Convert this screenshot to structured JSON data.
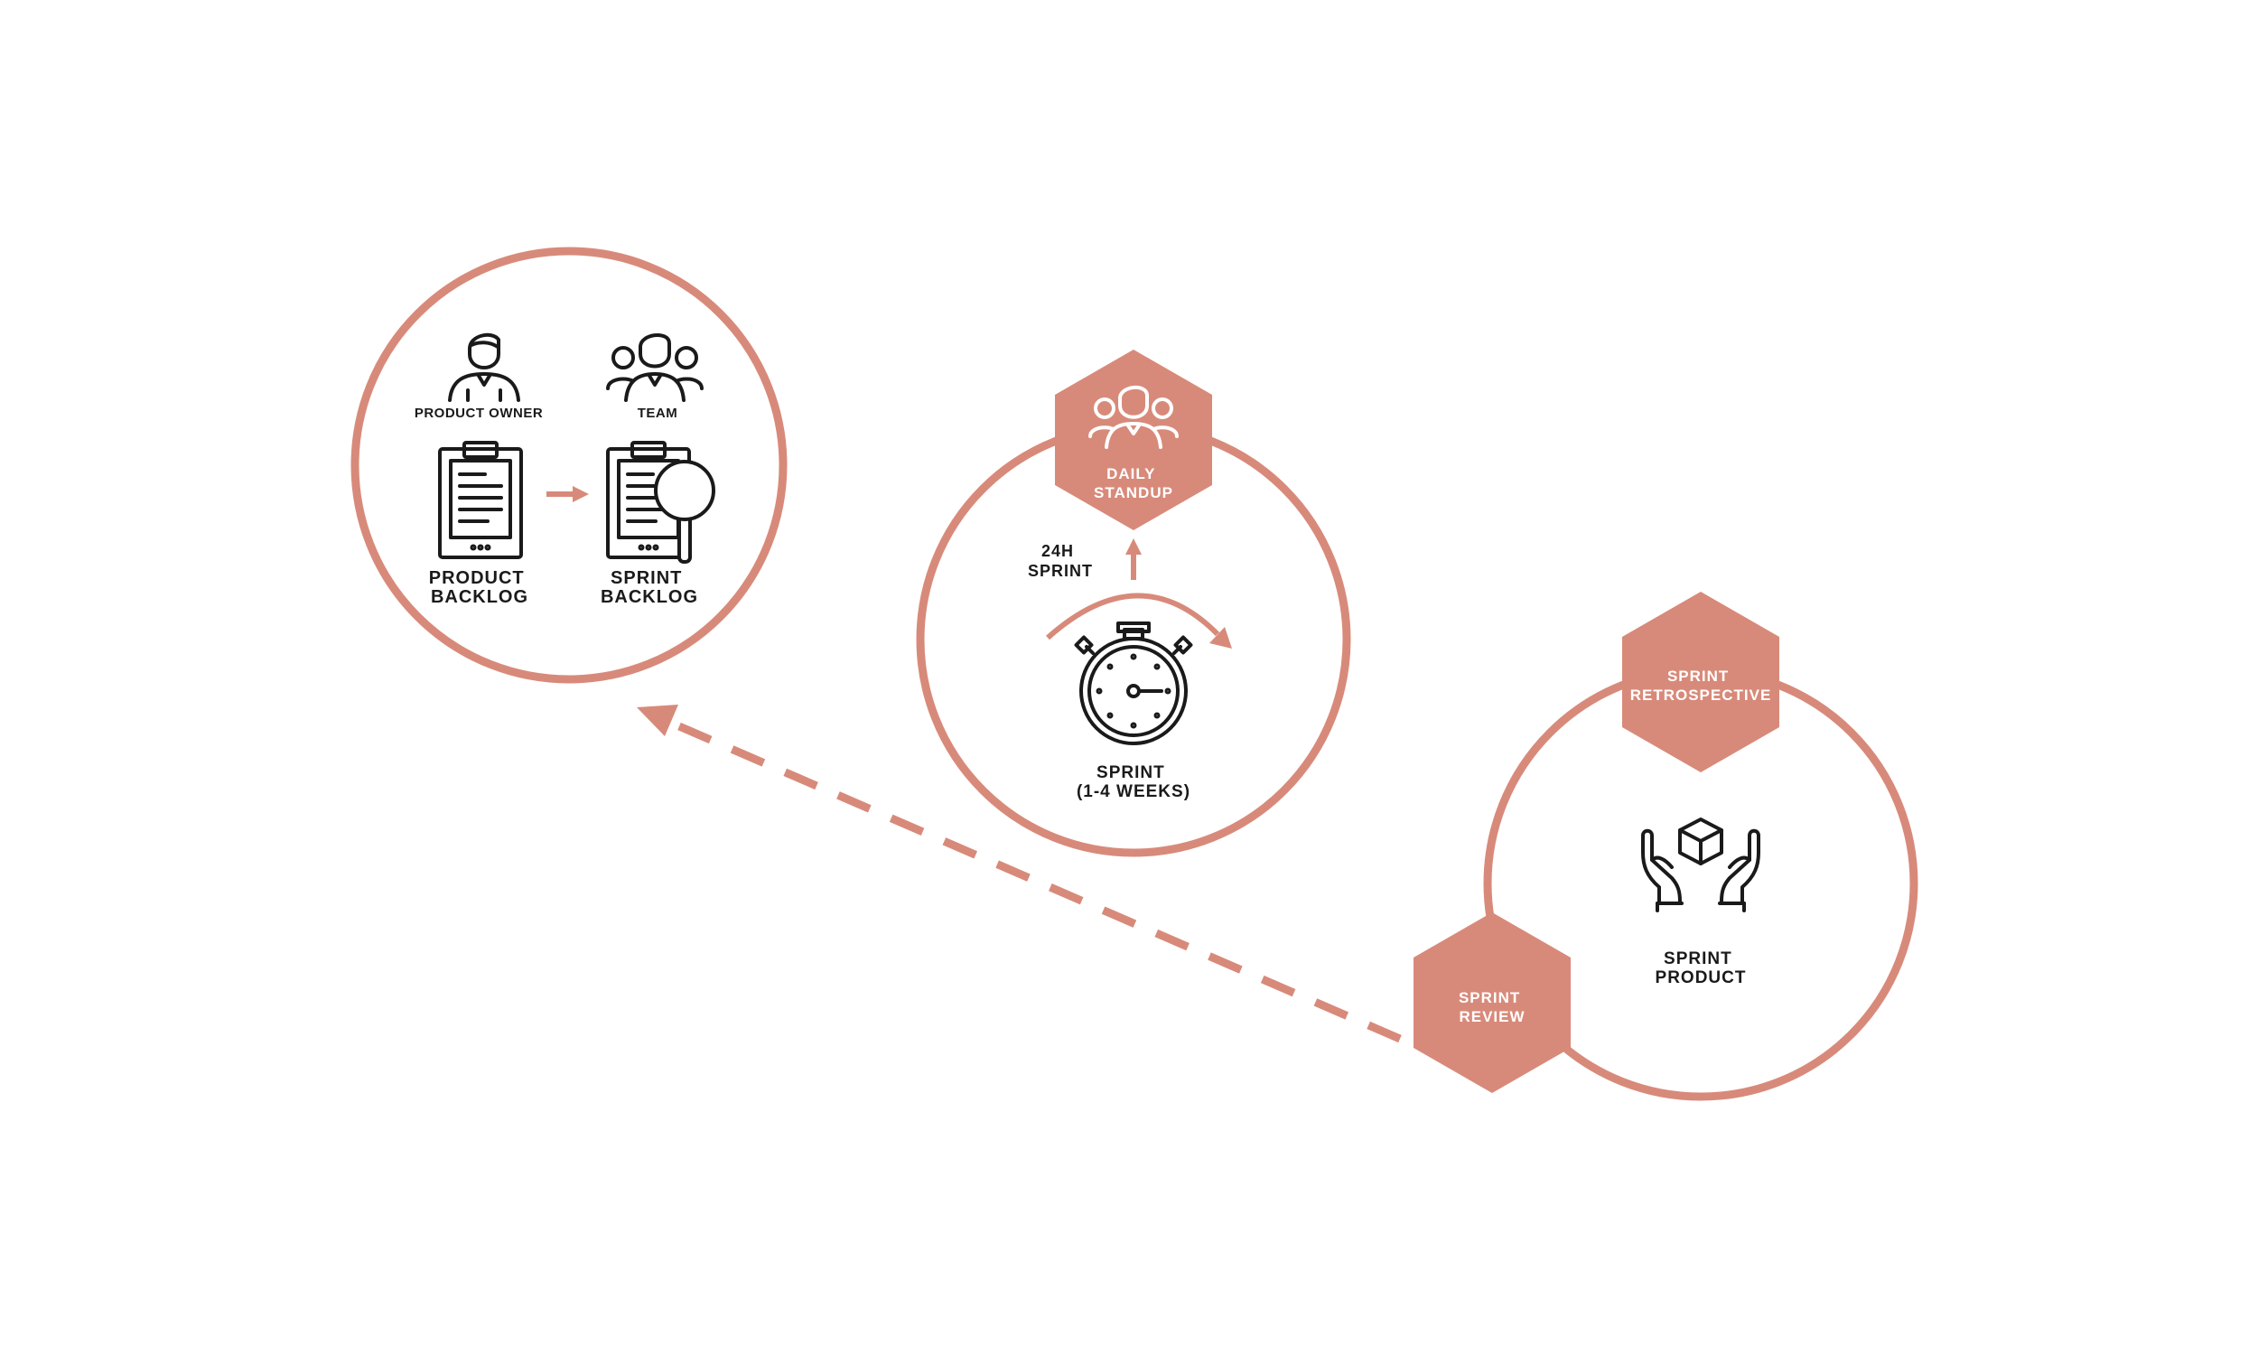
{
  "colors": {
    "accent": "#d88a7a",
    "ink": "#1a1a1a",
    "background": "#ffffff"
  },
  "planning": {
    "product_owner": "PRODUCT OWNER",
    "team": "TEAM",
    "product_backlog": [
      "PRODUCT",
      "BACKLOG"
    ],
    "sprint_backlog": [
      "SPRINT",
      "BACKLOG"
    ]
  },
  "sprint": {
    "daily_standup": [
      "DAILY",
      "STANDUP"
    ],
    "cycle_24h": [
      "24H",
      "SPRINT"
    ],
    "duration": [
      "SPRINT",
      "(1-4 WEEKS)"
    ]
  },
  "delivery": {
    "retrospective": [
      "SPRINT",
      "RETROSPECTIVE"
    ],
    "review": [
      "SPRINT",
      "REVIEW"
    ],
    "product": [
      "SPRINT",
      "PRODUCT"
    ]
  },
  "icons": [
    "person-icon",
    "team-icon",
    "clipboard-icon",
    "clipboard-search-icon",
    "stopwatch-icon",
    "hands-box-icon"
  ]
}
